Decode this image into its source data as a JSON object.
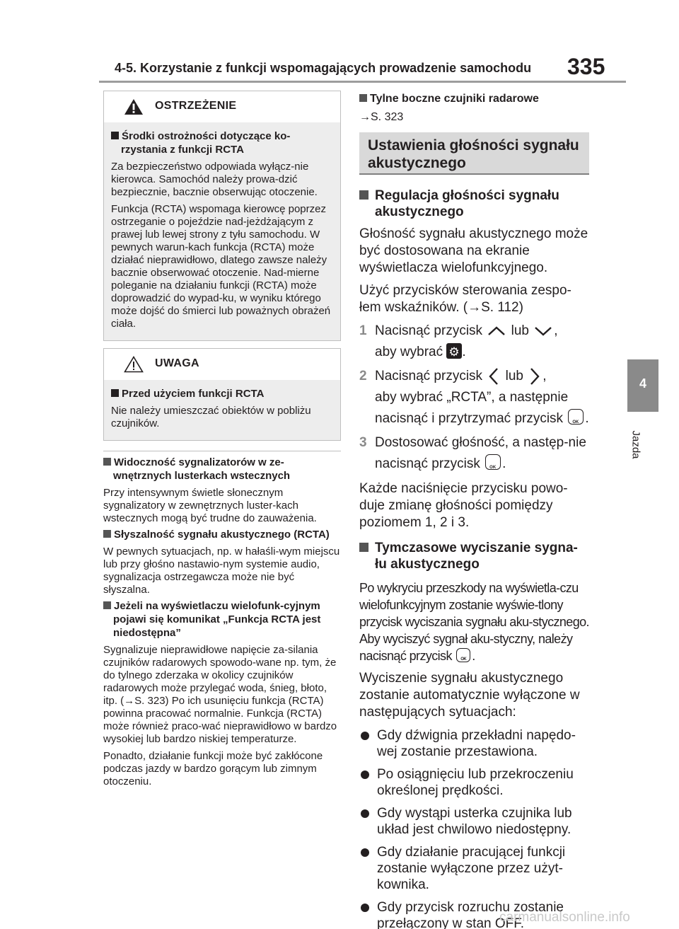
{
  "header": {
    "title": "4-5. Korzystanie z funkcji wspomagających prowadzenie samochodu",
    "page_number": "335"
  },
  "side_tab": {
    "number": "4",
    "label": "Jazda"
  },
  "warning_box": {
    "title": "OSTRZEŻENIE",
    "heading": "Środki ostrożności dotyczące ko-rzystania z funkcji RCTA",
    "paragraphs": [
      "Za bezpieczeństwo odpowiada wyłącz-nie kierowca. Samochód należy prowa-dzić bezpiecznie, bacznie obserwując otoczenie.",
      "Funkcja (RCTA) wspomaga kierowcę poprzez ostrzeganie o pojeździe nad-jeżdżającym z prawej lub lewej strony z tyłu samochodu. W pewnych warun-kach funkcja (RCTA) może działać nieprawidłowo, dlatego zawsze należy bacznie obserwować otoczenie. Nad-mierne poleganie na działaniu funkcji (RCTA) może doprowadzić do wypad-ku, w wyniku którego może dojść do śmierci lub poważnych obrażeń ciała."
    ]
  },
  "notice_box": {
    "title": "UWAGA",
    "heading": "Przed użyciem funkcji RCTA",
    "paragraph": "Nie należy umieszczać obiektów w pobliżu czujników."
  },
  "left_sections": [
    {
      "heading": "Widoczność sygnalizatorów w ze-wnętrznych lusterkach wstecznych",
      "paragraphs": [
        "Przy intensywnym świetle słonecznym sygnalizatory w zewnętrznych luster-kach wstecznych mogą być trudne do zauważenia."
      ]
    },
    {
      "heading": "Słyszalność sygnału akustycznego (RCTA)",
      "paragraphs": [
        "W pewnych sytuacjach, np. w hałaśli-wym miejscu lub przy głośno nastawio-nym systemie audio, sygnalizacja ostrzegawcza może nie być słyszalna."
      ]
    },
    {
      "heading": "Jeżeli na wyświetlaczu wielofunk-cyjnym pojawi się komunikat „Funkcja RCTA jest niedostępna”",
      "paragraphs": [
        "Sygnalizuje nieprawidłowe napięcie za-silania czujników radarowych spowodo-wane np. tym, że do tylnego zderzaka w okolicy czujników radarowych może przylegać woda, śnieg, błoto, itp. (→S. 323) Po ich usunięciu funkcja (RCTA) powinna pracować normalnie. Funkcja (RCTA) może również praco-wać nieprawidłowo w bardzo wysokiej lub bardzo niskiej temperaturze.",
        "Ponadto, działanie funkcji może być zakłócone podczas jazdy w bardzo gorącym lub zimnym otoczeniu."
      ]
    }
  ],
  "right": {
    "radar_heading": "Tylne boczne czujniki radarowe",
    "radar_ref": "→S. 323",
    "banner": "Ustawienia głośności sygnału akustycznego",
    "volume_heading": "Regulacja głośności sygnału akustycznego",
    "volume_p1": "Głośność sygnału akustycznego może być dostosowana na ekranie wyświetlacza wielofunkcyjnego.",
    "volume_p2": "Użyć przycisków sterowania zespo-łem wskaźników. (→S. 112)",
    "steps": [
      {
        "num": "1",
        "a": "Nacisnąć przycisk",
        "b": "lub",
        "c": ",",
        "d": "aby wybrać",
        "e": "."
      },
      {
        "num": "2",
        "a": "Nacisnąć przycisk",
        "b": "lub",
        "c": ",",
        "d": "aby wybrać „RCTA”, a następnie nacisnąć i przytrzymać przycisk",
        "e": "."
      },
      {
        "num": "3",
        "a": "Dostosować głośność, a następ-nie nacisnąć przycisk",
        "e": "."
      }
    ],
    "volume_p3": "Każde naciśnięcie przycisku powo-duje zmianę głośności pomiędzy poziomem 1, 2 i 3.",
    "mute_heading": "Tymczasowe wyciszanie sygna-łu akustycznego",
    "mute_p1": "Po wykryciu przeszkody na wyświetla-czu wielofunkcyjnym zostanie wyświe-tlony przycisk wyciszania sygnału aku-stycznego. Aby wyciszyć sygnał aku-styczny, należy nacisnąć przycisk",
    "mute_p1_end": ".",
    "mute_p2": "Wyciszenie sygnału akustycznego zostanie automatycznie wyłączone w następujących sytuacjach:",
    "bullets": [
      "Gdy dźwignia przekładni napędo-wej zostanie przestawiona.",
      "Po osiągnięciu lub przekroczeniu określonej prędkości.",
      "Gdy wystąpi usterka czujnika lub układ jest chwilowo niedostępny.",
      "Gdy działanie pracującej funkcji zostanie wyłączone przez użyt-kownika.",
      "Gdy przycisk rozruchu zostanie przełączony w stan OFF."
    ]
  },
  "watermark": "carmanualsonline.info"
}
